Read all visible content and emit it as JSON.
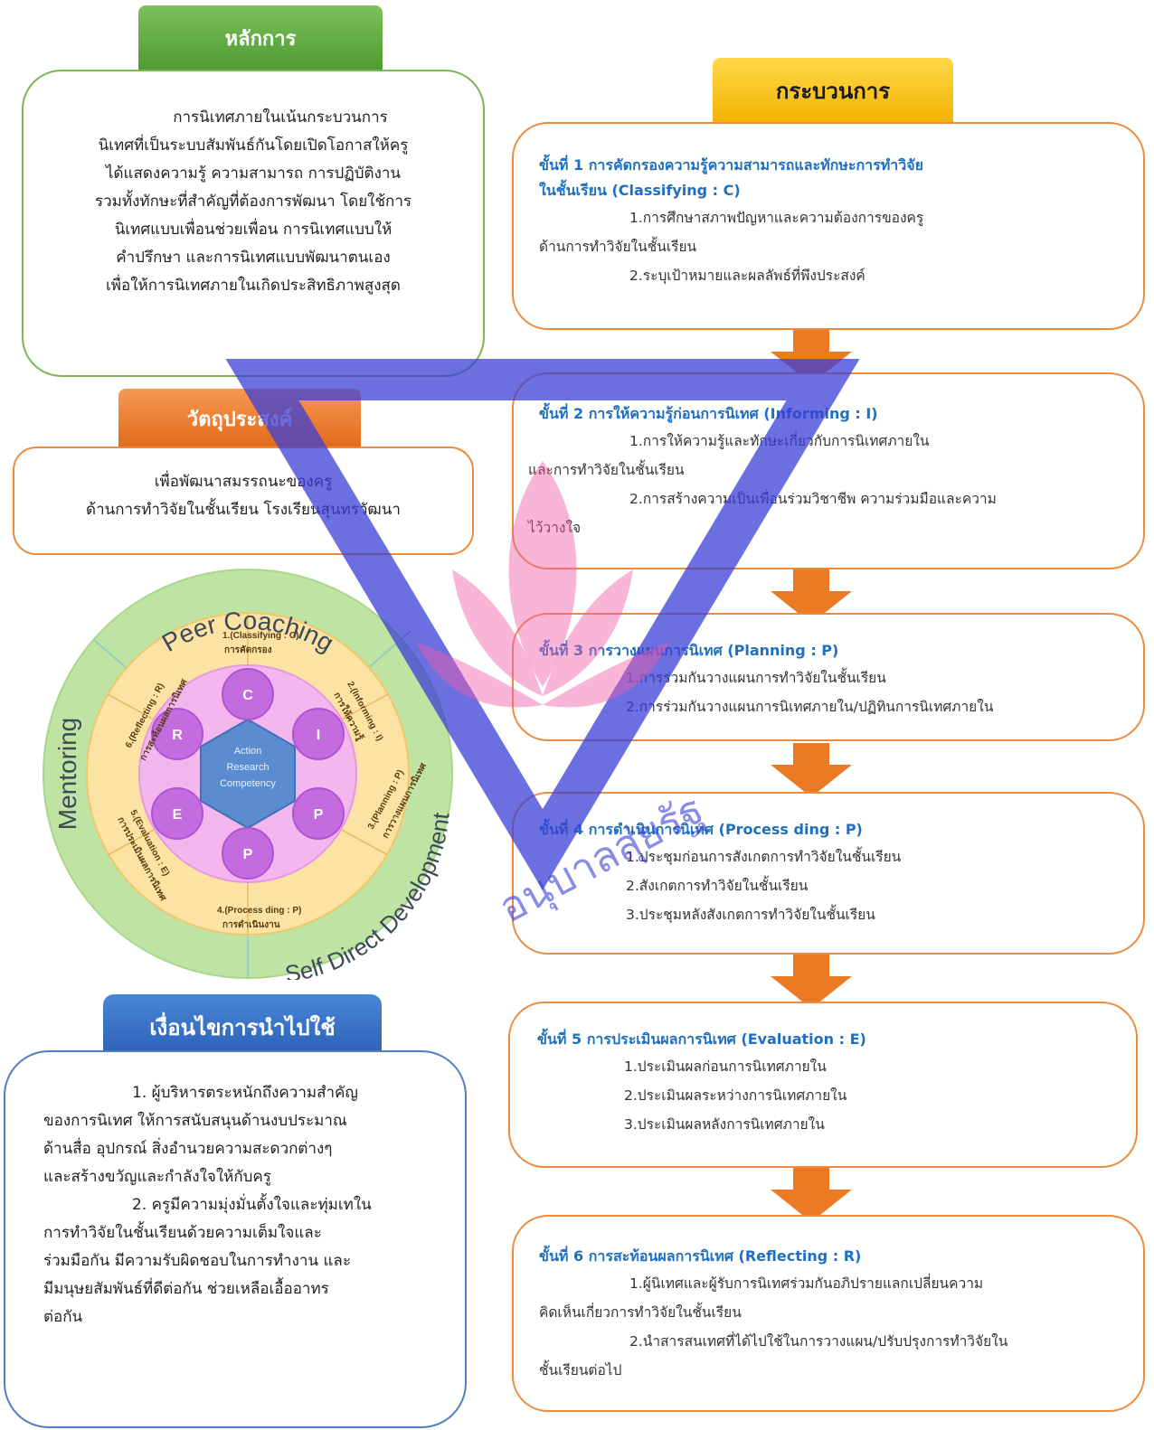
{
  "principles": {
    "tab": "หลักการ",
    "lines": [
      "การนิเทศภายในเน้นกระบวนการ",
      "นิเทศที่เป็นระบบสัมพันธ์กันโดยเปิดโอกาสให้ครู",
      "ได้แสดงความรู้ ความสามารถ การปฏิบัติงาน",
      "รวมทั้งทักษะที่สำคัญที่ต้องการพัฒนา โดยใช้การ",
      "นิเทศแบบเพื่อนช่วยเพื่อน การนิเทศแบบให้",
      "คำปรึกษา และการนิเทศแบบพัฒนาตนเอง",
      "เพื่อให้การนิเทศภายในเกิดประสิทธิภาพสูงสุด"
    ]
  },
  "objective": {
    "tab": "วัตถุประสงค์",
    "lines": [
      "เพื่อพัฒนาสมรรถนะของครู",
      "ด้านการทำวิจัยในชั้นเรียน โรงเรียนสุนทรวัฒนา"
    ]
  },
  "model": {
    "outer_top": "Peer Coaching",
    "outer_left": "Mentoring",
    "outer_right": "Self Direct Development",
    "center": [
      "Action",
      "Research",
      "Competency"
    ],
    "nodes": [
      "C",
      "I",
      "P",
      "P",
      "E",
      "R"
    ],
    "ring_labels": [
      "1.(Classifying : C)",
      "การคัดกรอง",
      "2.(Informing : I)",
      "การให้ความรู้",
      "3.(Planning : P)",
      "การวางแผนการนิเทศ",
      "4.(Process ding : P)",
      "การดำเนินงาน",
      "5.(Evaluation : E)",
      "การประเมินผลการนิเทศ",
      "6.(Reflecting : R)",
      "การสะท้อนผลการนิเทศ"
    ]
  },
  "conditions": {
    "tab": "เงื่อนไขการนำไปใช้",
    "lines": [
      "1. ผู้บริหารตระหนักถึงความสำคัญ",
      "ของการนิเทศ ให้การสนับสนุนด้านงบประมาณ",
      "ด้านสื่อ อุปกรณ์ สิ่งอำนวยความสะดวกต่างๆ",
      "และสร้างขวัญและกำลังใจให้กับครู",
      "2. ครูมีความมุ่งมั่นตั้งใจและทุ่มเทใน",
      "การทำวิจัยในชั้นเรียนด้วยความเต็มใจและ",
      "ร่วมมือกัน มีความรับผิดชอบในการทำงาน และ",
      "มีมนุษยสัมพันธ์ที่ดีต่อกัน ช่วยเหลือเอื้ออาทร",
      "ต่อกัน"
    ]
  },
  "process": {
    "tab": "กระบวนการ",
    "steps": [
      {
        "title": [
          "ขั้นที่  1  การคัดกรองความรู้ความสามารถและทักษะการทำวิจัย",
          "ในชั้นเรียน  (Classifying : C)"
        ],
        "lines": [
          "1.การศึกษาสภาพปัญหาและความต้องการของครู",
          "ด้านการทำวิจัยในชั้นเรียน",
          "2.ระบุเป้าหมายและผลลัพธ์ที่พึงประสงค์"
        ]
      },
      {
        "title": [
          "ขั้นที่  2  การให้ความรู้ก่อนการนิเทศ  (Informing : I)"
        ],
        "lines": [
          "1.การให้ความรู้และทักษะเกี่ยวกับการนิเทศภายใน",
          "และการทำวิจัยในชั้นเรียน",
          "2.การสร้างความเป็นเพื่อนร่วมวิชาชีพ  ความร่วมมือและความ",
          "ไว้วางใจ"
        ]
      },
      {
        "title": [
          "ขั้นที่  3  การวางแผนการนิเทศ  (Planning : P)"
        ],
        "lines": [
          "1.การร่วมกันวางแผนการทำวิจัยในชั้นเรียน",
          "2.การร่วมกันวางแผนการนิเทศภายใน/ปฏิทินการนิเทศภายใน"
        ]
      },
      {
        "title": [
          "ขั้นที่  4  การดำเนินการนิเทศ  (Process ding : P)"
        ],
        "lines": [
          "1.ประชุมก่อนการสังเกตการทำวิจัยในชั้นเรียน",
          "2.สังเกตการทำวิจัยในชั้นเรียน",
          "3.ประชุมหลังสังเกตการทำวิจัยในชั้นเรียน"
        ]
      },
      {
        "title": [
          "ขั้นที่  5  การประเมินผลการนิเทศ  (Evaluation : E)"
        ],
        "lines": [
          "1.ประเมินผลก่อนการนิเทศภายใน",
          "2.ประเมินผลระหว่างการนิเทศภายใน",
          "3.ประเมินผลหลังการนิเทศภายใน"
        ]
      },
      {
        "title": [
          "ขั้นที่  6 การสะท้อนผลการนิเทศ  (Reflecting : R)"
        ],
        "lines": [
          "1.ผู้นิเทศและผู้รับการนิเทศร่วมกันอภิปรายแลกเปลี่ยนความ",
          "คิดเห็นเกี่ยวการทำวิจัยในชั้นเรียน",
          "2.นำสารสนเทศที่ได้ไปใช้ในการวางแผน/ปรับปรุงการทำวิจัยใน",
          "ชั้นเรียนต่อไป"
        ]
      }
    ]
  },
  "watermark": {
    "text": "อนุบาลสุ่ยรัฐ"
  },
  "colors": {
    "green": "#5da83c",
    "orange": "#ee8a3c",
    "blue": "#2f67bf",
    "yellow": "#f5c518",
    "step_title": "#1f6fc0"
  }
}
